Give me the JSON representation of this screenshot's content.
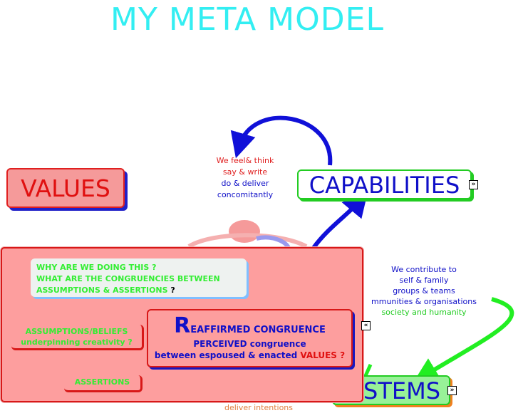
{
  "title": "MY META MODEL",
  "nodes": {
    "values": "VALUES",
    "capabilities": "CAPABILITIES",
    "systems": "STEMS"
  },
  "capabilities_text": {
    "line1": "We feel& think",
    "line2": "say & write",
    "line3": "do & deliver",
    "line4": "concomitantly"
  },
  "systems_text": {
    "line1": "We contribute to",
    "line2": "self & family",
    "line3": "groups & teams",
    "line4": "mmunities & organisations",
    "line5": "society and humanity"
  },
  "deliver_text": "deliver intentions",
  "overlay": {
    "question1": "WHY ARE WE DOING THIS ?",
    "question2": "WHAT ARE THE CONGRUENCIES BETWEEN",
    "question3a": "ASSUMPTIONS & ASSERTIONS",
    "question3b": " ?",
    "reaffirmed_cap": "R",
    "reaffirmed_rest": "EAFFIRMED CONGRUENCE",
    "perceived": "PERCEIVED congruence",
    "between": "between espoused & enacted ",
    "values_word": "VALUES ?",
    "beliefs1": "ASSUMPTIONS/BELIEFS",
    "beliefs2": "underpinning creativity ?",
    "assertions": "ASSERTIONS"
  },
  "icons": {
    "expand": "»",
    "collapse": "«"
  },
  "colors": {
    "title": "#33eef2",
    "red": "#e01010",
    "blue": "#1010c8",
    "green": "#33ee33",
    "pink": "#fd9e9e"
  }
}
